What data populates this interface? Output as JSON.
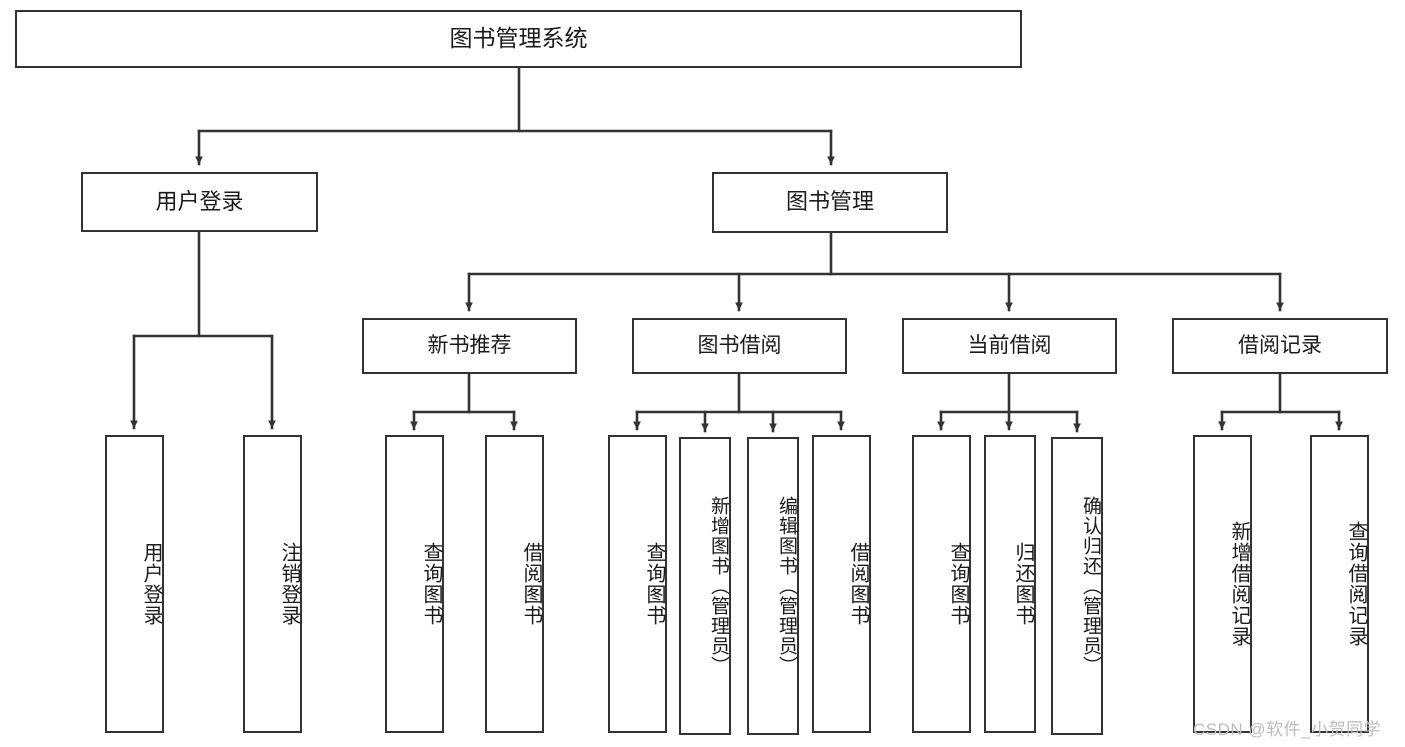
{
  "diagram": {
    "title": "图书管理系统",
    "type": "tree-structure-chart",
    "line_color": "#333333",
    "box_border_color": "#333333",
    "background_color": "#ffffff",
    "watermark": "CSDN @软件_小贺同学",
    "watermark_color": "#bdbdbd"
  },
  "nodes": {
    "root": {
      "label": "图书管理系统"
    },
    "level1": [
      {
        "label": "用户登录"
      },
      {
        "label": "图书管理"
      }
    ],
    "level2": [
      {
        "label": "新书推荐"
      },
      {
        "label": "图书借阅"
      },
      {
        "label": "当前借阅"
      },
      {
        "label": "借阅记录"
      }
    ],
    "leaves": {
      "user_login": [
        {
          "label": "用户登录"
        },
        {
          "label": "注销登录"
        }
      ],
      "new_book_recommend": [
        {
          "label": "查询图书"
        },
        {
          "label": "借阅图书"
        }
      ],
      "book_borrow": [
        {
          "label": "查询图书"
        },
        {
          "label": "新增图书（管理员）"
        },
        {
          "label": "编辑图书（管理员）"
        },
        {
          "label": "借阅图书"
        }
      ],
      "current_borrow": [
        {
          "label": "查询图书"
        },
        {
          "label": "归还图书"
        },
        {
          "label": "确认归还（管理员）"
        }
      ],
      "borrow_record": [
        {
          "label": "新增借阅记录"
        },
        {
          "label": "查询借阅记录"
        }
      ]
    }
  }
}
